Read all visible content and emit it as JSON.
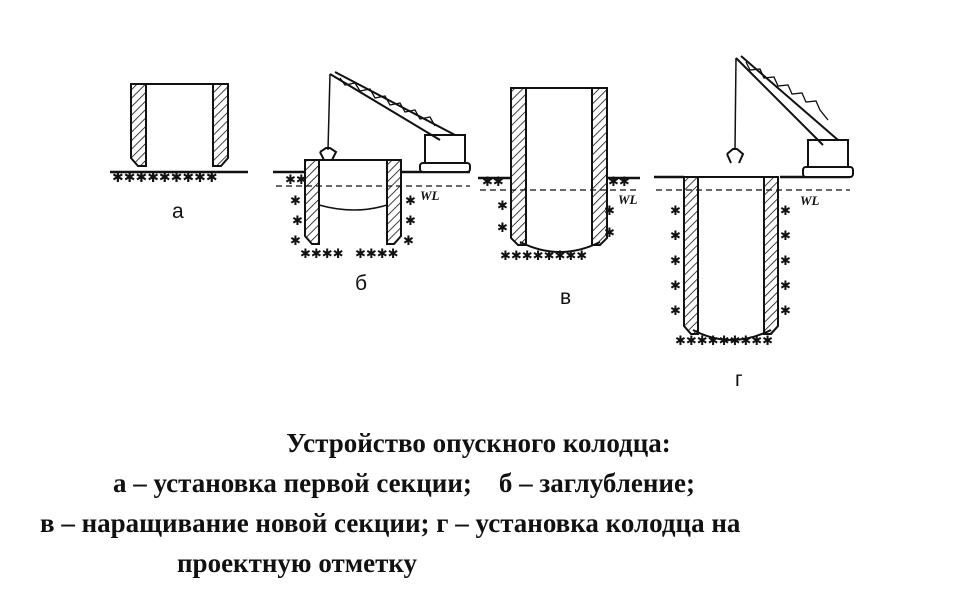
{
  "figure": {
    "stages": [
      {
        "id": "a",
        "label": "а"
      },
      {
        "id": "b",
        "label": "б"
      },
      {
        "id": "v",
        "label": "в"
      },
      {
        "id": "g",
        "label": "г"
      }
    ],
    "water_level_label": "WL"
  },
  "caption": {
    "title": "Устройство опускного колодца:",
    "line1": "а – установка первой секции;    б – заглубление;",
    "line2": "в – наращивание новой секции; г – установка колодца на",
    "line3": "проектную отметку"
  }
}
